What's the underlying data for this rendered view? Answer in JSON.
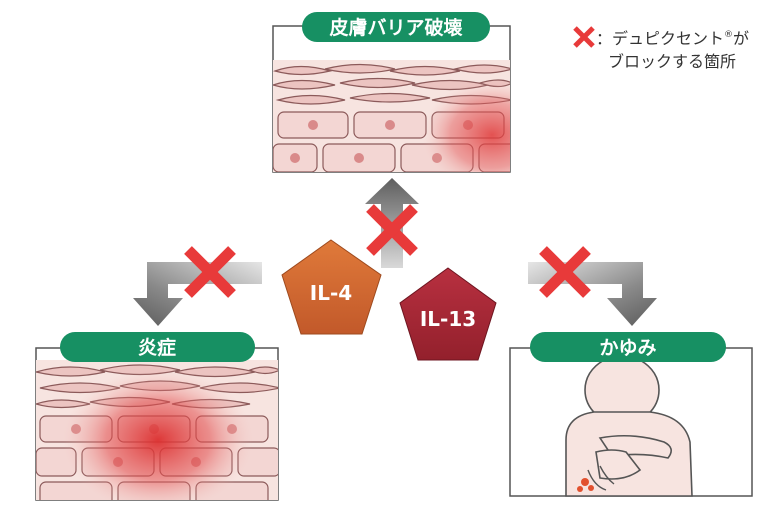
{
  "labels": {
    "skin_barrier": "皮膚バリア破壊",
    "inflammation": "炎症",
    "itch": "かゆみ"
  },
  "cytokines": {
    "il4": "IL-4",
    "il13": "IL-13"
  },
  "legend": {
    "line1": "：デュピクセント",
    "mark": "®",
    "line1_end": "が",
    "line2": "ブロックする箇所"
  },
  "colors": {
    "label_green": "#179063",
    "il4": "#d2692e",
    "il13": "#a32532",
    "x_mark": "#e83a3a",
    "arrow_gray": "#777777",
    "tissue_fill": "#f7e4e0",
    "tissue_stroke": "#8c5a5a",
    "inflamed_red": "#e24a4a"
  }
}
